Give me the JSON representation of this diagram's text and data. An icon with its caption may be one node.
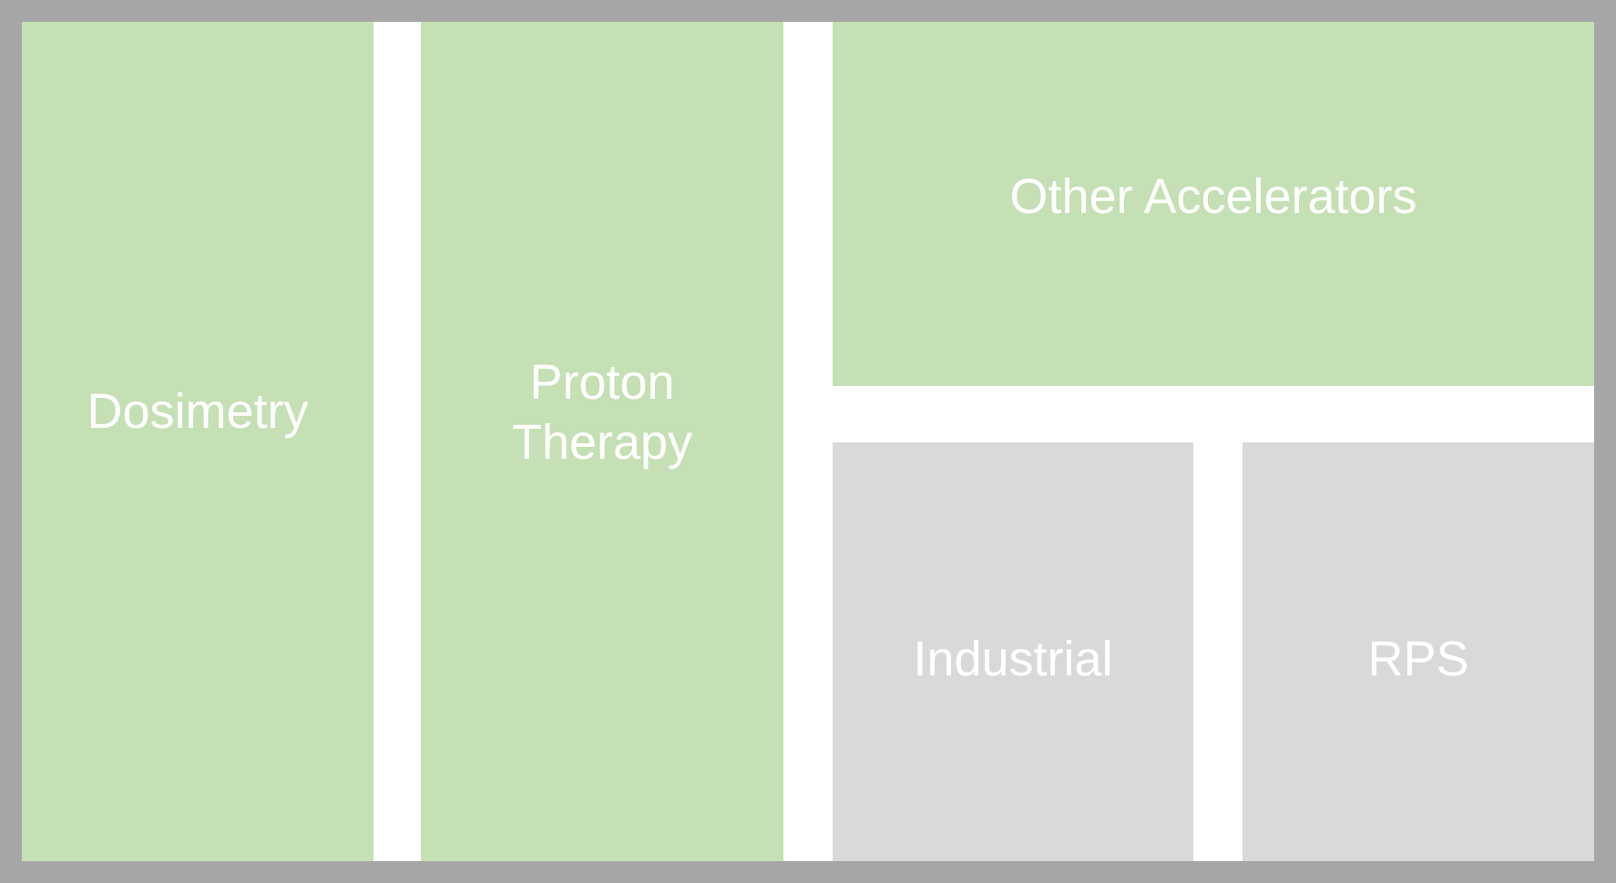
{
  "diagram": {
    "nodes": [
      {
        "text": [
          "Dosimetry"
        ]
      },
      {
        "text": [
          "Proton Therapy"
        ]
      },
      {
        "text": [
          "Other Accelerators"
        ]
      },
      {
        "text": [
          "Industrial"
        ]
      },
      {
        "text": [
          "RPS"
        ]
      }
    ]
  }
}
